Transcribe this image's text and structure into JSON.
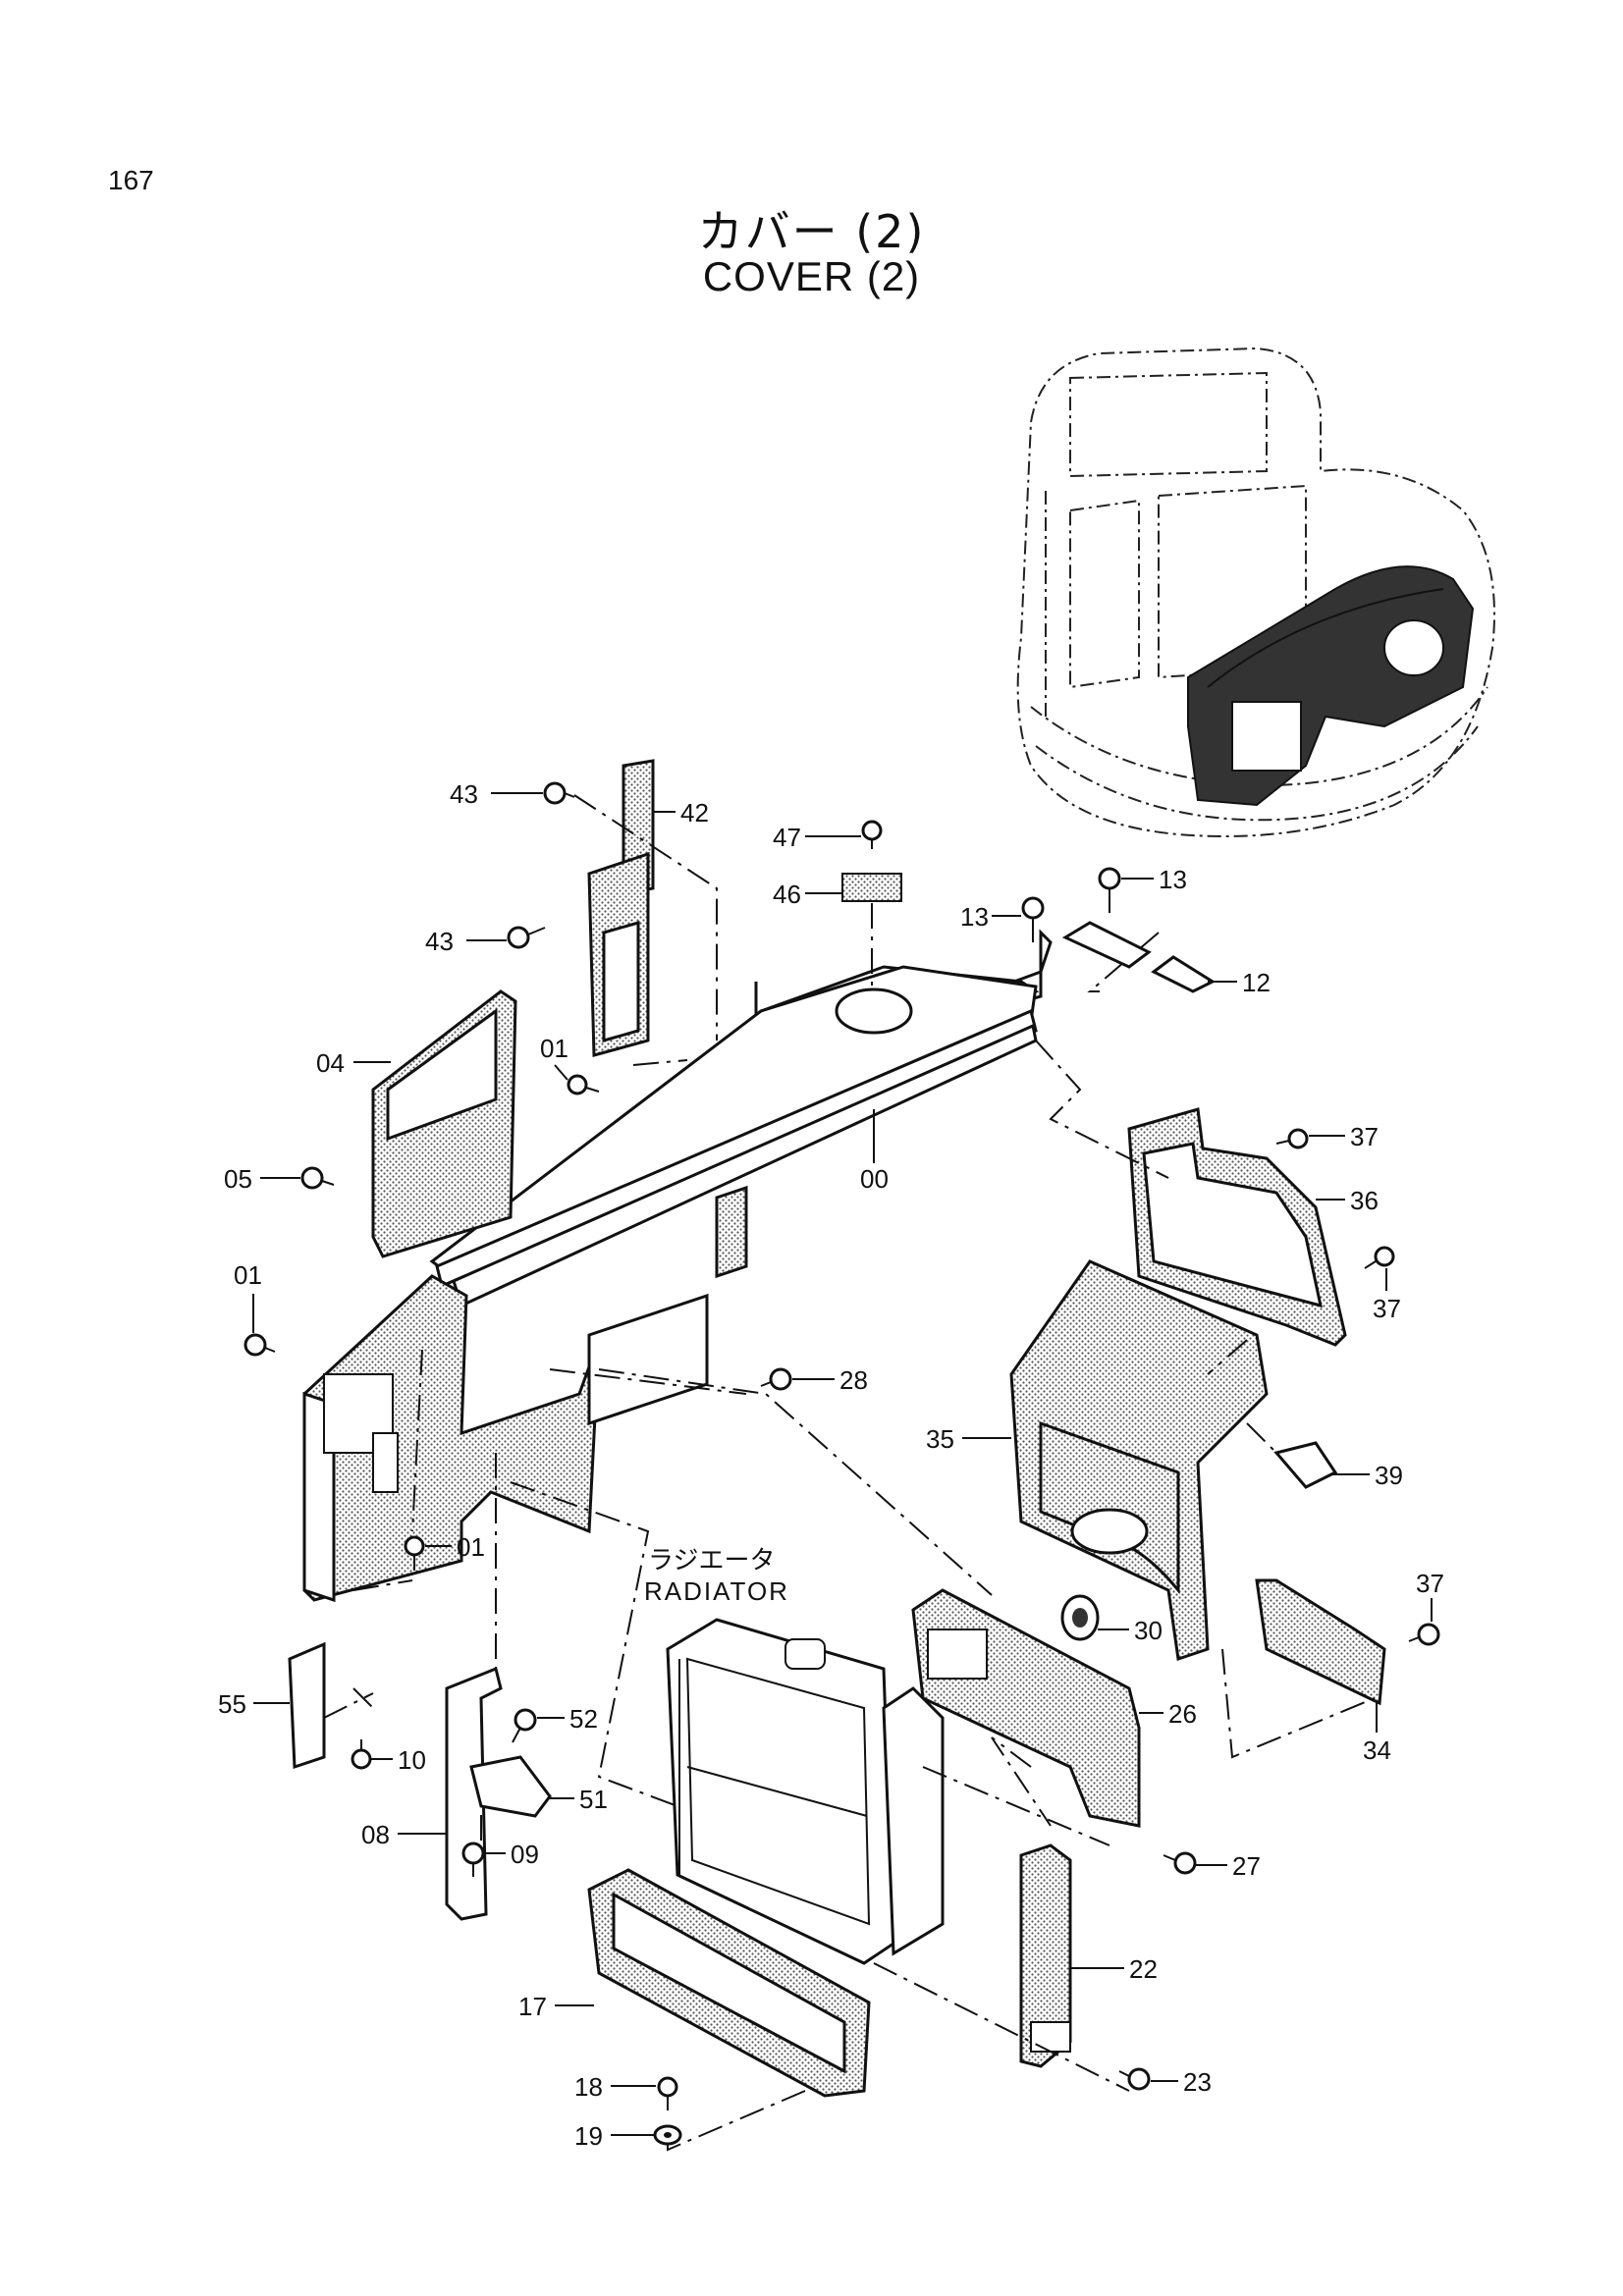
{
  "page_number": "167",
  "title": {
    "japanese": "カバー (2)",
    "english": "COVER (2)"
  },
  "component_labels": {
    "radiator_ja": "ラジエータ",
    "radiator_en": "RADIATOR"
  },
  "callouts": [
    {
      "id": "c43a",
      "label": "43"
    },
    {
      "id": "c42",
      "label": "42"
    },
    {
      "id": "c47",
      "label": "47"
    },
    {
      "id": "c46",
      "label": "46"
    },
    {
      "id": "c13a",
      "label": "13"
    },
    {
      "id": "c13b",
      "label": "13"
    },
    {
      "id": "c12",
      "label": "12"
    },
    {
      "id": "c43b",
      "label": "43"
    },
    {
      "id": "c04",
      "label": "04"
    },
    {
      "id": "c01a",
      "label": "01"
    },
    {
      "id": "c00",
      "label": "00"
    },
    {
      "id": "c05",
      "label": "05"
    },
    {
      "id": "c37a",
      "label": "37"
    },
    {
      "id": "c36",
      "label": "36"
    },
    {
      "id": "c01b",
      "label": "01"
    },
    {
      "id": "c37b",
      "label": "37"
    },
    {
      "id": "c28",
      "label": "28"
    },
    {
      "id": "c35",
      "label": "35"
    },
    {
      "id": "c39",
      "label": "39"
    },
    {
      "id": "c01c",
      "label": "01"
    },
    {
      "id": "c37c",
      "label": "37"
    },
    {
      "id": "c30",
      "label": "30"
    },
    {
      "id": "c55",
      "label": "55"
    },
    {
      "id": "c52",
      "label": "52"
    },
    {
      "id": "c26",
      "label": "26"
    },
    {
      "id": "c10",
      "label": "10"
    },
    {
      "id": "c34",
      "label": "34"
    },
    {
      "id": "c51",
      "label": "51"
    },
    {
      "id": "c08",
      "label": "08"
    },
    {
      "id": "c09",
      "label": "09"
    },
    {
      "id": "c27",
      "label": "27"
    },
    {
      "id": "c22",
      "label": "22"
    },
    {
      "id": "c17",
      "label": "17"
    },
    {
      "id": "c18",
      "label": "18"
    },
    {
      "id": "c23",
      "label": "23"
    },
    {
      "id": "c19",
      "label": "19"
    }
  ]
}
